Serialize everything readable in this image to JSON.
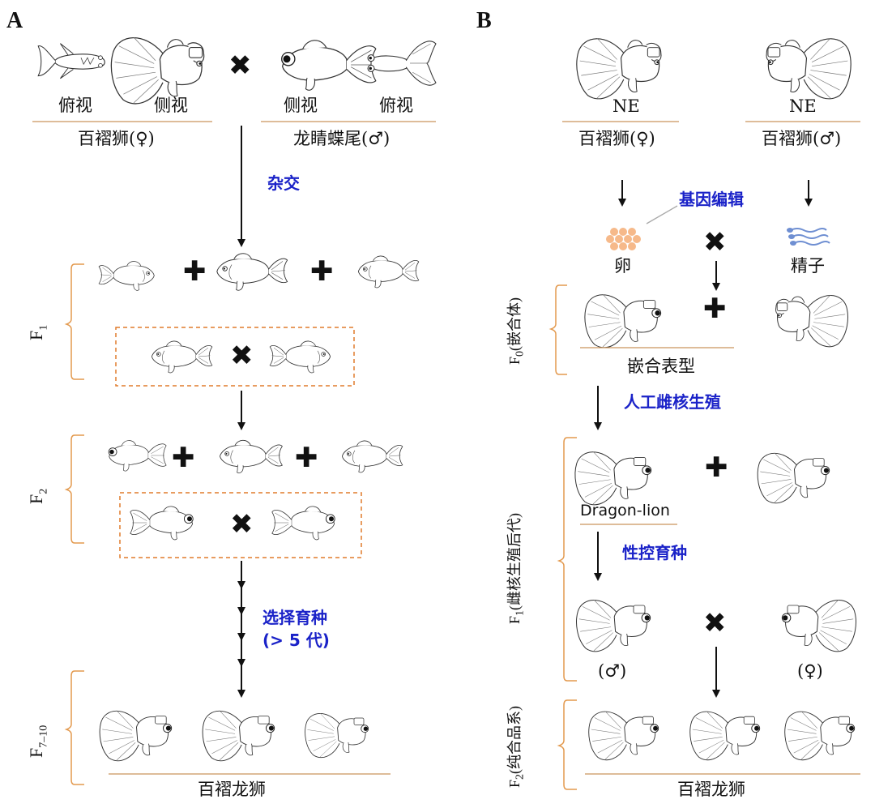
{
  "panel_a": {
    "label": "A",
    "view_top_1": "俯视",
    "view_side_1": "侧视",
    "view_side_2": "侧视",
    "view_top_2": "俯视",
    "parent_female": "百褶狮(♀)",
    "parent_male": "龙睛蝶尾(♂)",
    "cross_label": "杂交",
    "f1": "F",
    "f1_sub": "1",
    "f2": "F",
    "f2_sub": "2",
    "f7": "F",
    "f7_sub": "7–10",
    "select_label_1": "选择育种",
    "select_label_2": "(> 5 代)",
    "result": "百褶龙狮"
  },
  "panel_b": {
    "label": "B",
    "ne_left": "NE",
    "ne_right": "NE",
    "parent_female": "百褶狮(♀)",
    "parent_male": "百褶狮(♂)",
    "gene_edit_label": "基因编辑",
    "egg": "卵",
    "sperm": "精子",
    "f0": "F",
    "f0_sub": "0",
    "f0_suffix": "(嵌合体)",
    "chimera": "嵌合表型",
    "gynogenesis_label": "人工雌核生殖",
    "f1": "F",
    "f1_sub": "1",
    "f1_suffix": "(雌核生殖后代)",
    "dragon_lion": "Dragon-lion",
    "sex_control_label": "性控育种",
    "male_mark": "(♂)",
    "female_mark": "(♀)",
    "f2": "F",
    "f2_sub": "2",
    "f2_suffix": "(纯合品系)",
    "result": "百褶龙狮"
  },
  "symbols": {
    "cross": "✖",
    "plus": "✚"
  },
  "colors": {
    "brace": "#e39a4f",
    "underline": "#c9955c",
    "dashed_box": "#e07b2c",
    "blue_text": "#1a22c8",
    "egg": "#f6b98a",
    "sperm": "#6f8fd2"
  }
}
